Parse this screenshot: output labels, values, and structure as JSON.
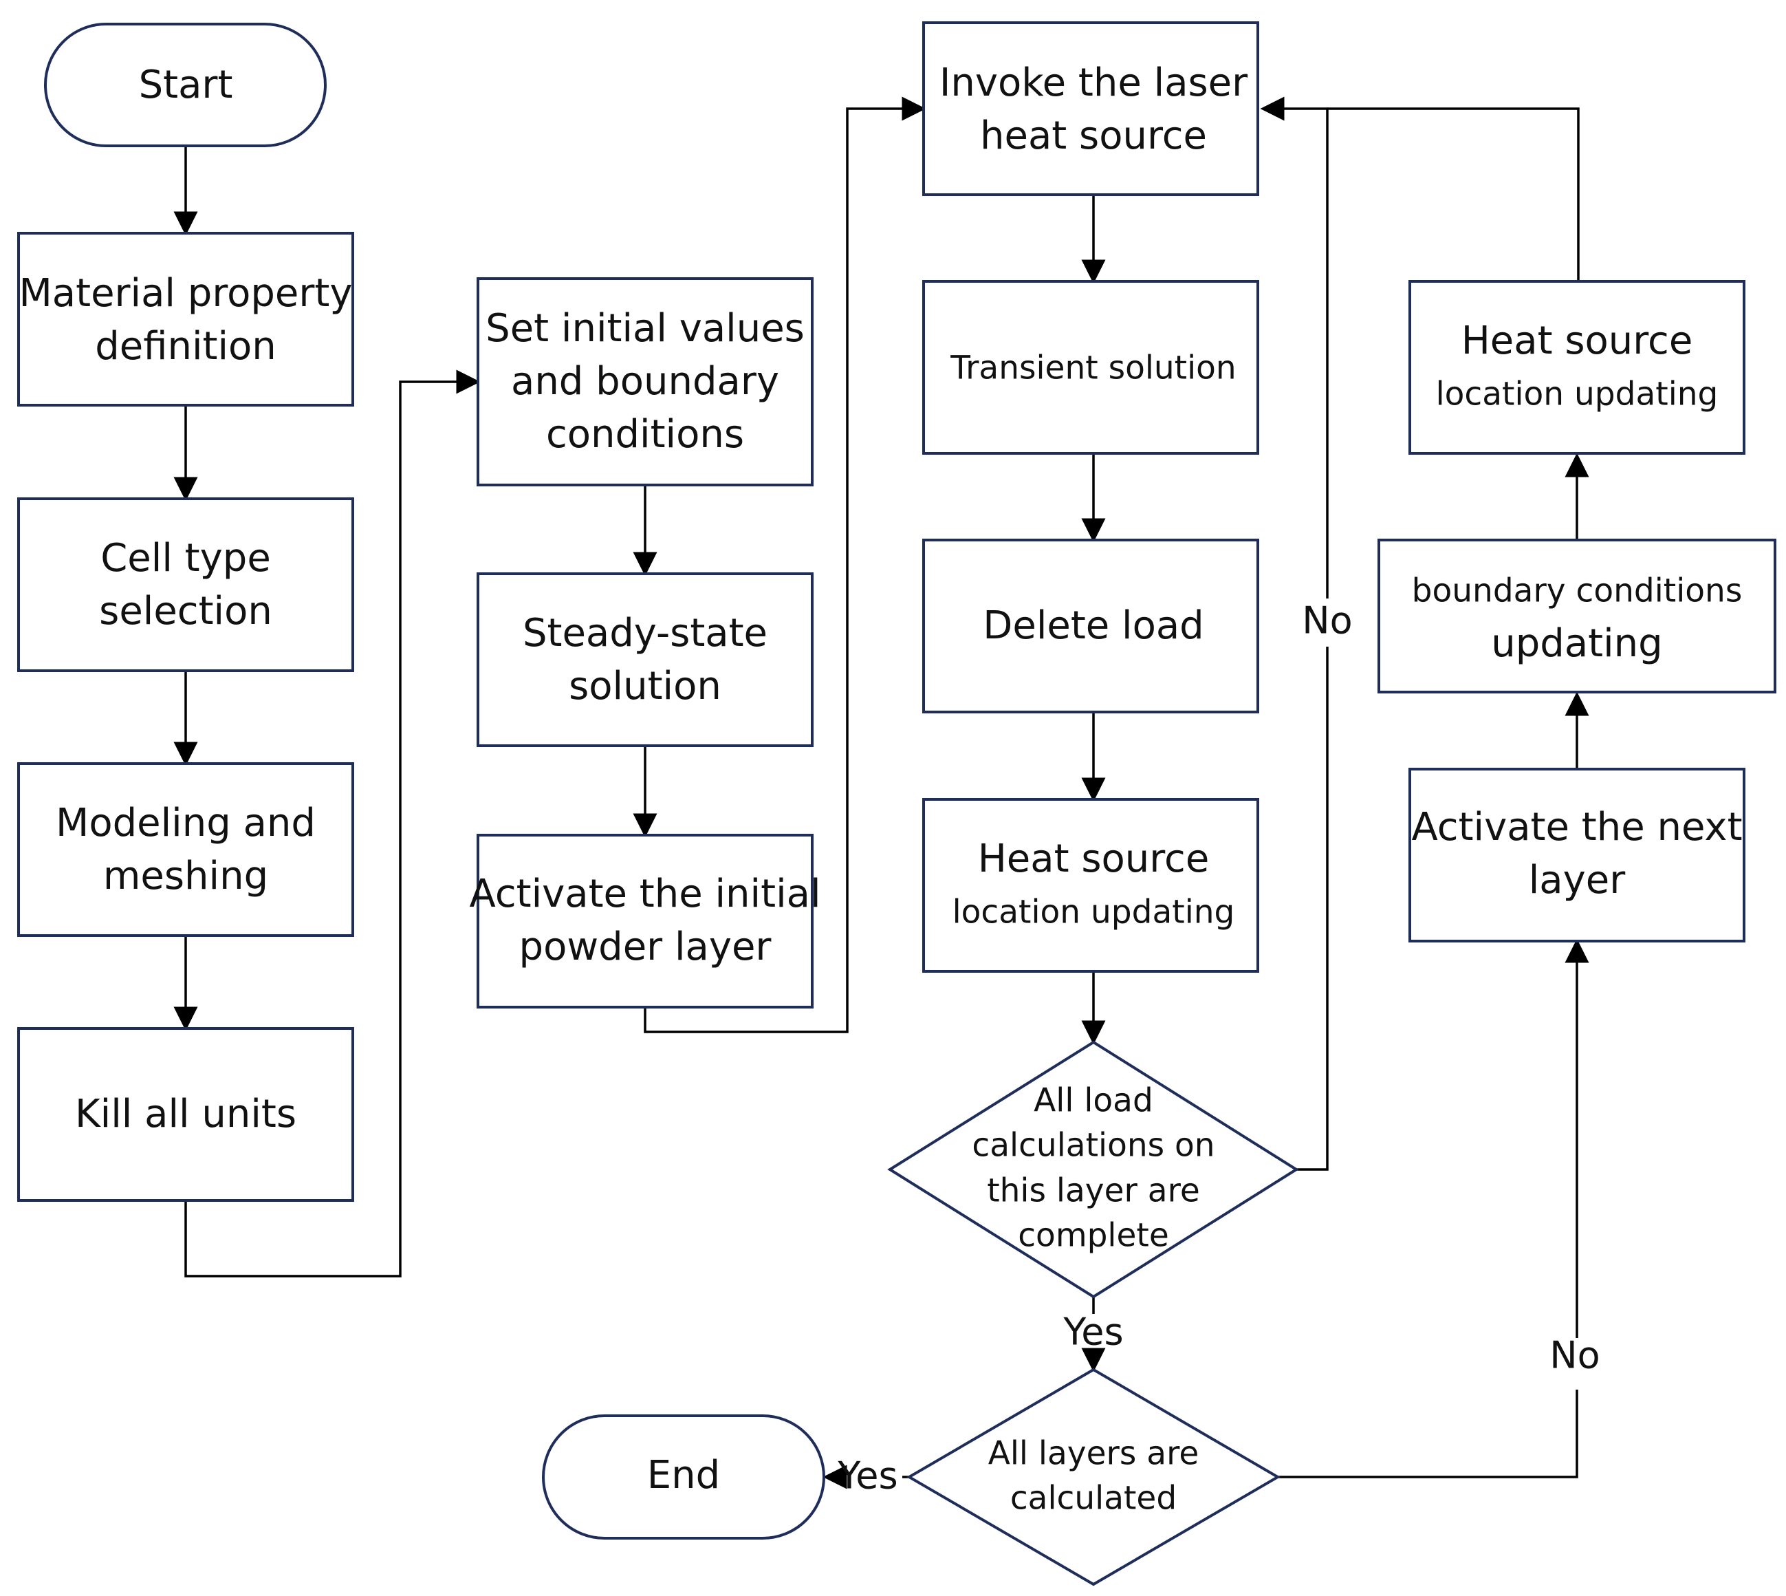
{
  "nodes": {
    "start": "Start",
    "material": [
      "Material property",
      "definition"
    ],
    "cell_type": [
      "Cell type",
      "selection"
    ],
    "modeling": [
      "Modeling and",
      "meshing"
    ],
    "kill": [
      "Kill all units"
    ],
    "set_initial": [
      "Set initial values",
      "and boundary",
      "conditions"
    ],
    "steady": [
      "Steady-state",
      "solution"
    ],
    "activate_initial": [
      "Activate the initial",
      "powder layer"
    ],
    "invoke": [
      "Invoke the laser",
      "heat source"
    ],
    "transient": [
      "Transient solution"
    ],
    "delete_load": [
      "Delete load"
    ],
    "heat_update_mid": [
      "Heat source",
      "location updating"
    ],
    "decision_load": [
      "All load",
      "calculations on",
      "this layer are",
      "complete"
    ],
    "decision_layers": [
      "All layers are",
      "calculated"
    ],
    "end": "End",
    "heat_update_right": [
      "Heat source",
      "location updating"
    ],
    "boundary_update": [
      "boundary conditions",
      "updating"
    ],
    "activate_next": [
      "Activate the next",
      "layer"
    ]
  },
  "edge_labels": {
    "load_no": "No",
    "load_yes": "Yes",
    "layers_yes": "Yes",
    "layers_no": "No"
  }
}
